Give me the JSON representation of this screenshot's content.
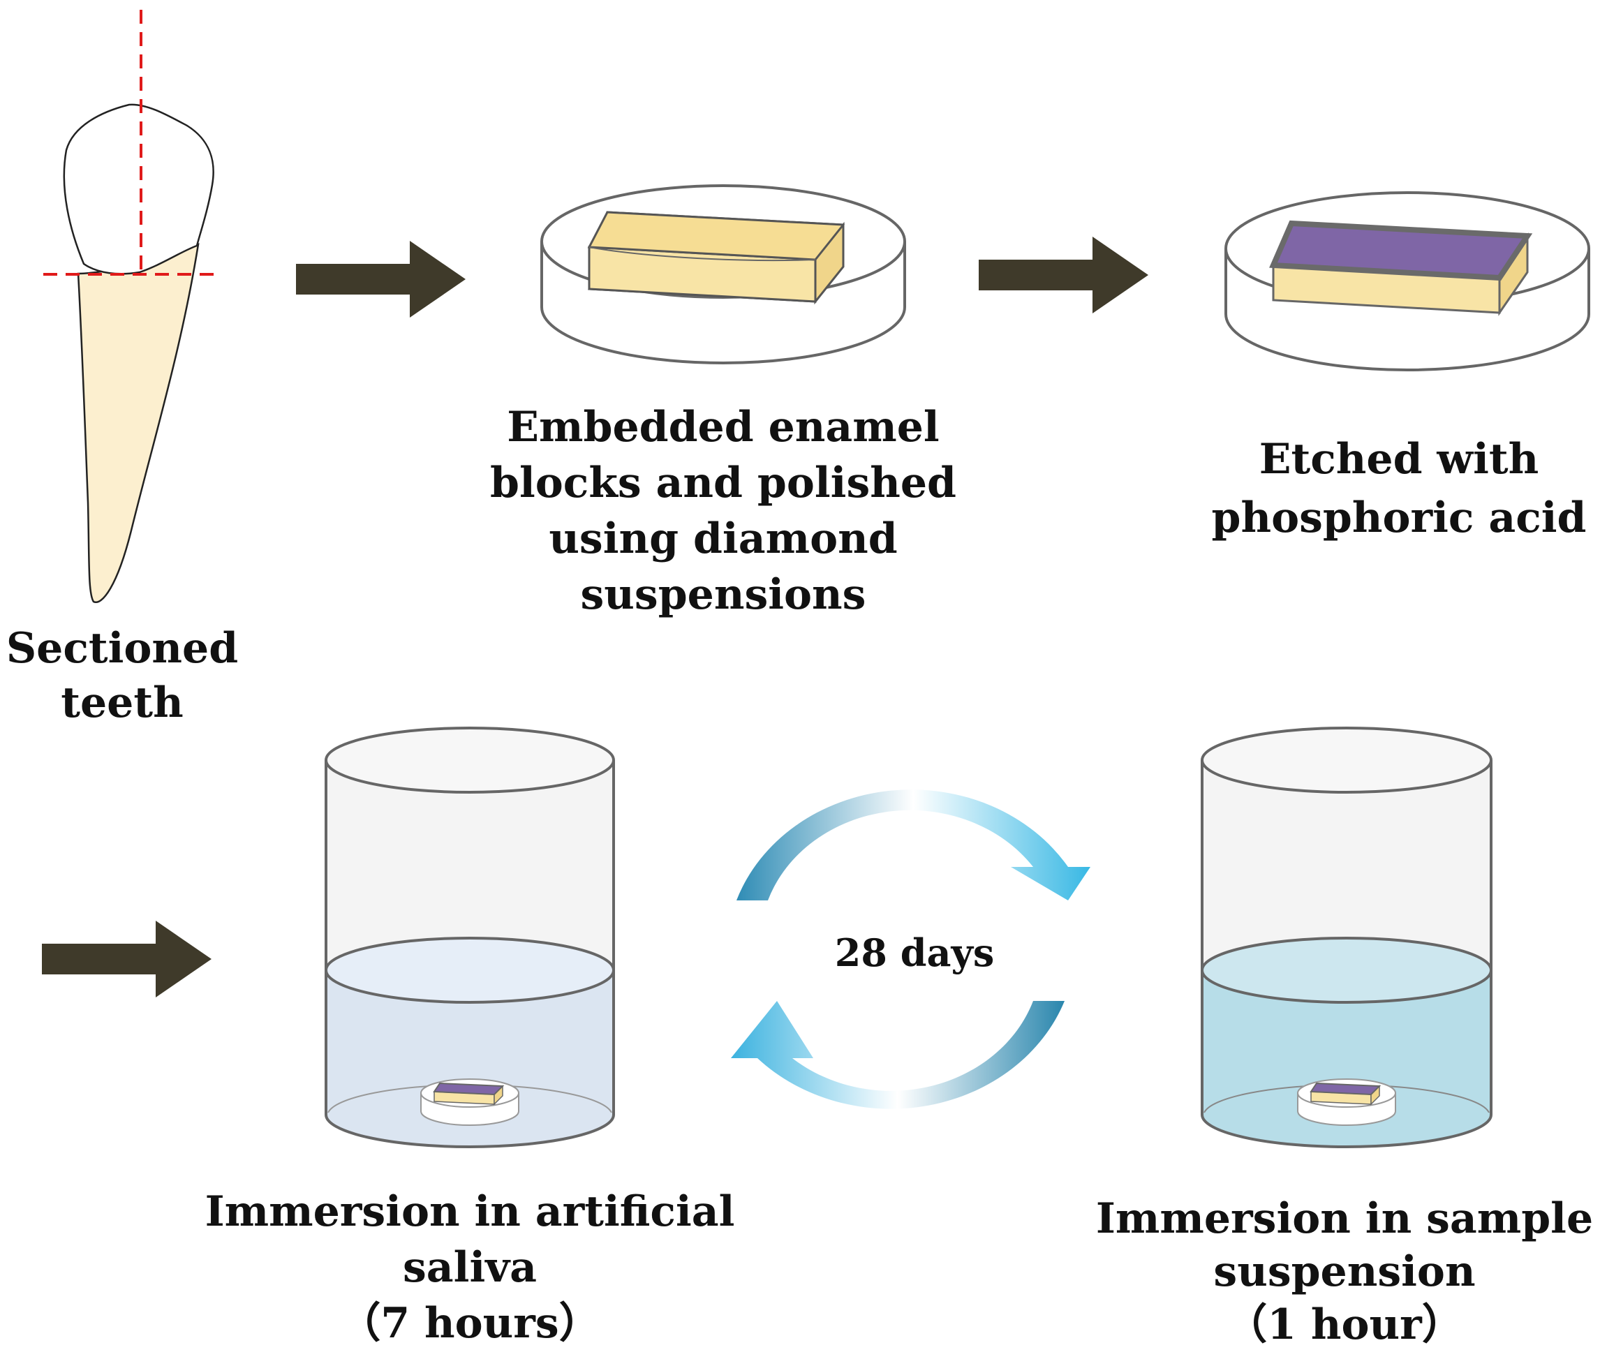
{
  "colors": {
    "arrow": "#3f3a2a",
    "dentin": "#fcefcf",
    "block_top": "#f8e4a6",
    "block_side": "#f0d58a",
    "etched_top": "#7f66a6",
    "cut_line": "#e01a1a",
    "saliva": "#dbe5f1",
    "sample": "#b7dde8",
    "cycle_arrow": "#3aaed8"
  },
  "icons": {
    "tooth": "sectioned-tooth-icon",
    "dish": "embedding-dish-icon",
    "beaker": "beaker-icon",
    "cycle": "cycle-arrows-icon",
    "process_arrow": "arrow-right-icon"
  },
  "steps": {
    "sectioned": {
      "lines": [
        "Sectioned",
        "teeth"
      ]
    },
    "embedded": {
      "lines": [
        "Embedded enamel",
        "blocks and polished",
        "using diamond",
        "suspensions"
      ]
    },
    "etched": {
      "lines": [
        "Etched with",
        "phosphoric acid"
      ]
    },
    "saliva": {
      "lines": [
        "Immersion in artificial",
        "saliva",
        "（7 hours）"
      ]
    },
    "sample": {
      "lines": [
        "Immersion in sample",
        "suspension",
        "（1 hour）"
      ]
    }
  },
  "cycle": {
    "label": "28 days"
  }
}
